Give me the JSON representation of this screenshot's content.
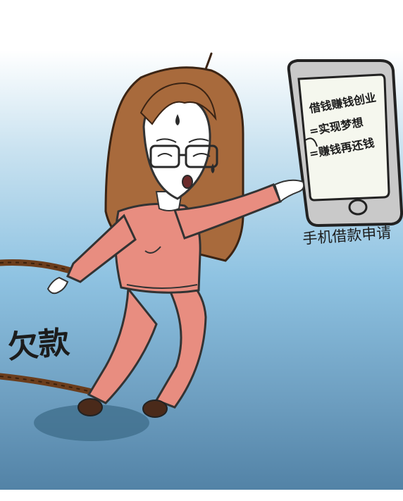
{
  "illustration": {
    "phone_lines": [
      "借钱赚钱创业",
      "=实现梦想",
      "=赚钱再还钱"
    ],
    "phone_caption": "手机借款申请",
    "debt_label": "欠款"
  },
  "colors": {
    "sky_top": "#ffffff",
    "sky_bottom": "#4f7fa3",
    "hair": "#a86a3c",
    "outfit": "#e88d80",
    "phone_body": "#c9c9c9",
    "phone_screen": "#f5f7ee",
    "rope": "#6b3d1c"
  }
}
